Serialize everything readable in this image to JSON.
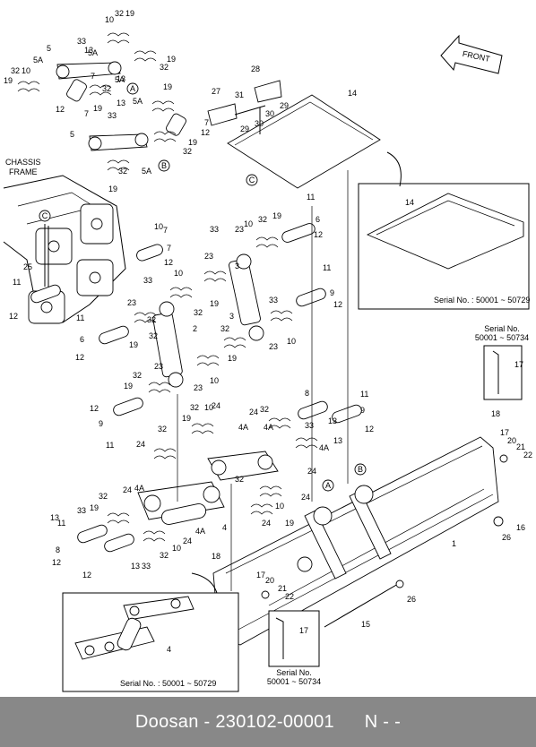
{
  "diagram": {
    "labels": {
      "front": "FRONT",
      "chassis_frame_1": "CHASSIS",
      "chassis_frame_2": "FRAME",
      "serial_inset_top_1": "Serial No. : 50001 ~ 50729",
      "serial_side_1": "Serial No.",
      "serial_side_2": "50001 ~ 50734",
      "serial_inset_bottom": "Serial No. : 50001 ~ 50729",
      "serial_small_1": "Serial No.",
      "serial_small_2": "50001 ~ 50734"
    },
    "markers": [
      "A",
      "B",
      "C"
    ],
    "callouts": [
      "1",
      "2",
      "3",
      "4",
      "4A",
      "5",
      "5A",
      "6",
      "7",
      "8",
      "9",
      "10",
      "11",
      "12",
      "13",
      "14",
      "15",
      "16",
      "17",
      "18",
      "19",
      "20",
      "21",
      "22",
      "23",
      "24",
      "25",
      "26",
      "27",
      "28",
      "29",
      "30",
      "31",
      "32",
      "33"
    ]
  },
  "footer": {
    "brand": "Doosan",
    "dash": "-",
    "part_number": "230102-00001",
    "suffix": "N - -"
  }
}
